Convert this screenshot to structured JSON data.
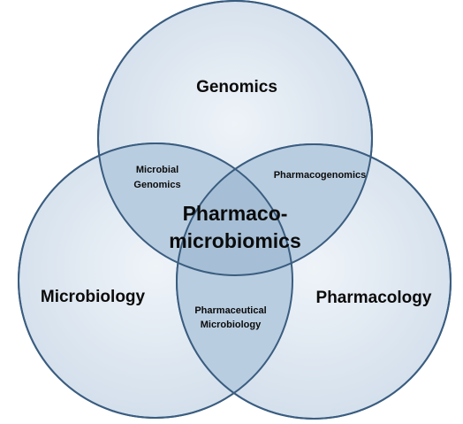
{
  "sets": {
    "genomics": "Genomics",
    "microbiology": "Microbiology",
    "pharmacology": "Pharmacology"
  },
  "overlaps": {
    "microbial_genomics_line1": "Microbial",
    "microbial_genomics_line2": "Genomics",
    "pharmacogenomics": "Pharmacogenomics",
    "pharmaceutical_microbiology_line1": "Pharmaceutical",
    "pharmaceutical_microbiology_line2": "Microbiology"
  },
  "center": {
    "line1": "Pharmaco-",
    "line2": "microbiomics"
  },
  "colors": {
    "circle_fill": "#dce7f1",
    "circle_stroke": "#3a5d80",
    "overlap_fill": "#b9cde0",
    "center_fill": "#a6bfd6",
    "text": "#0b0b0b"
  }
}
